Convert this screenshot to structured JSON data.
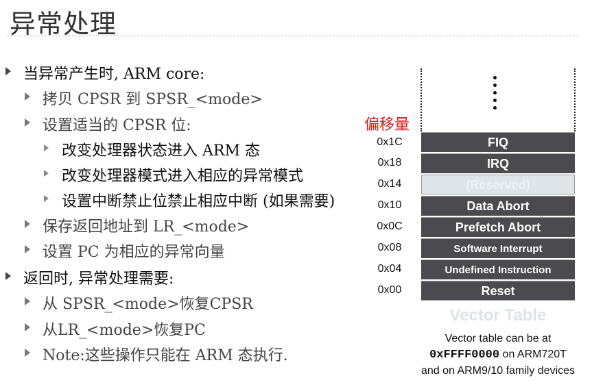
{
  "title": "异常处理",
  "bullets": [
    {
      "level": 1,
      "text": "当异常产生时, ARM core:"
    },
    {
      "level": 2,
      "text": "拷贝 CPSR 到 SPSR_<mode>"
    },
    {
      "level": 2,
      "text": "设置适当的 CPSR 位:"
    },
    {
      "level": 3,
      "text": "改变处理器状态进入 ARM 态"
    },
    {
      "level": 3,
      "text": "改变处理器模式进入相应的异常模式"
    },
    {
      "level": 3,
      "text": "设置中断禁止位禁止相应中断 (如果需要)"
    },
    {
      "level": 2,
      "text": "保存返回地址到 LR_<mode>"
    },
    {
      "level": 2,
      "text": "设置 PC 为相应的异常向量"
    },
    {
      "level": 1,
      "text": "返回时, 异常处理需要:"
    },
    {
      "level": 2,
      "text": "从 SPSR_<mode>恢复CPSR"
    },
    {
      "level": 2,
      "text": "从LR_<mode>恢复PC"
    },
    {
      "level": 2,
      "text": "Note:这些操作只能在 ARM 态执行."
    }
  ],
  "offset_label": "偏移量",
  "vector_rows": [
    {
      "addr": "0x1C",
      "name": "FIQ"
    },
    {
      "addr": "0x18",
      "name": "IRQ"
    },
    {
      "addr": "0x14",
      "name": "(Reserved)"
    },
    {
      "addr": "0x10",
      "name": "Data Abort"
    },
    {
      "addr": "0x0C",
      "name": "Prefetch Abort"
    },
    {
      "addr": "0x08",
      "name": "Software Interrupt"
    },
    {
      "addr": "0x04",
      "name": "Undefined Instruction"
    },
    {
      "addr": "0x00",
      "name": "Reset"
    }
  ],
  "vector_table_title": "Vector Table",
  "note": {
    "line1": "Vector table can be at",
    "address": "0xFFFF0000",
    "line2_suffix": " on ARM720T",
    "line3": "and on ARM9/10 family devices"
  }
}
